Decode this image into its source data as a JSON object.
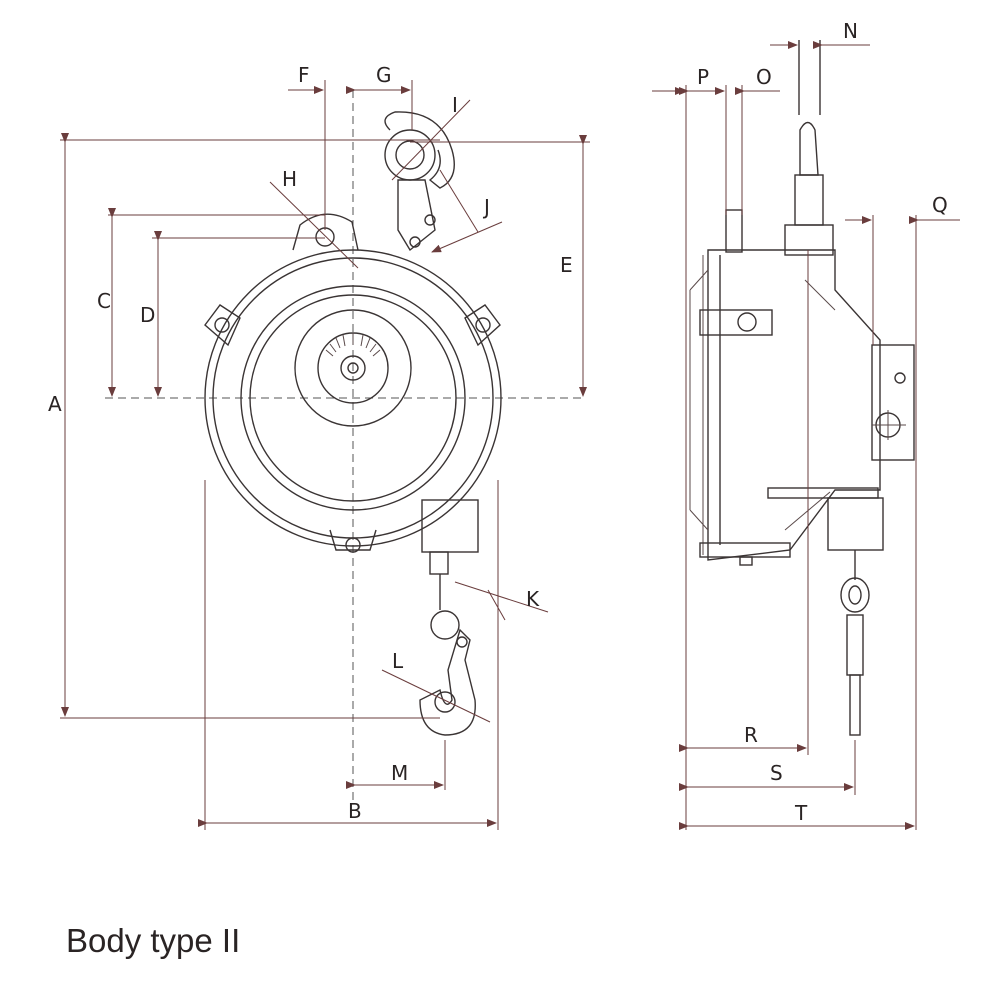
{
  "caption": "Body type II",
  "dimension_labels": {
    "A": "A",
    "B": "B",
    "C": "C",
    "D": "D",
    "E": "E",
    "F": "F",
    "G": "G",
    "H": "H",
    "I": "I",
    "J": "J",
    "K": "K",
    "L": "L",
    "M": "M",
    "N": "N",
    "O": "O",
    "P": "P",
    "Q": "Q",
    "R": "R",
    "S": "S",
    "T": "T"
  }
}
